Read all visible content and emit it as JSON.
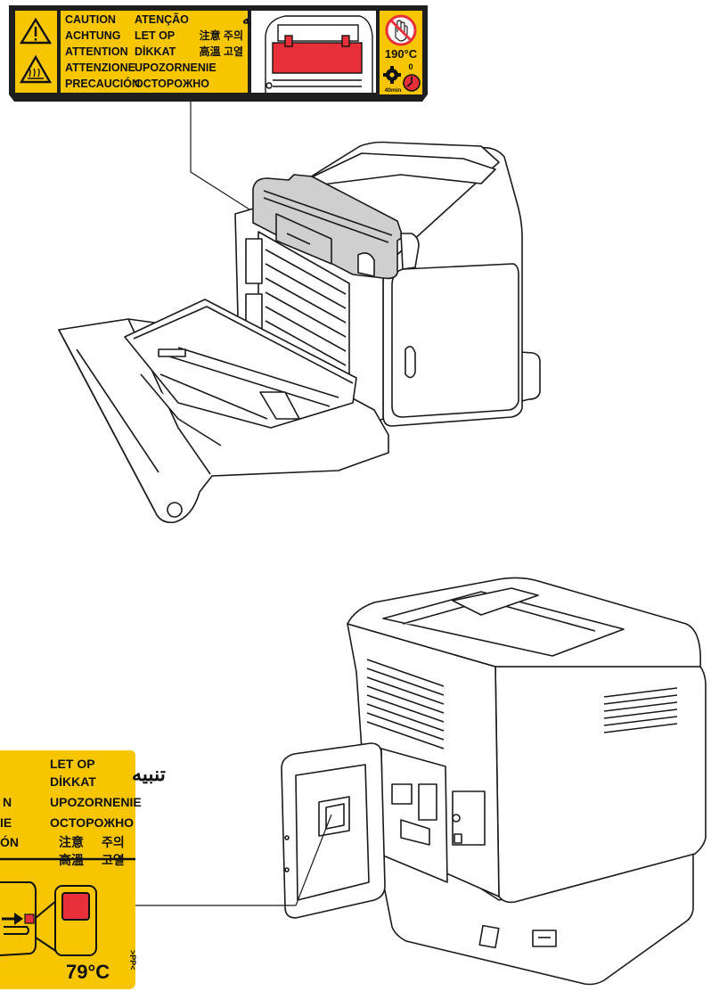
{
  "colors": {
    "label_yellow": "#f7c600",
    "label_black": "#1e1e1e",
    "hot_red": "#e8303a",
    "fuser_gray": "#cfcfcf",
    "line": "#1a1a1a"
  },
  "top_label": {
    "col1": [
      "CAUTION",
      "ACHTUNG",
      "ATTENTION",
      "ATTENZIONE",
      "PRECAUCIÓN"
    ],
    "col2": [
      "ATENÇÃO",
      "LET OP",
      "DİKKAT",
      "UPOZORNENIE",
      "OCTOPOЖНО"
    ],
    "arabic": "تنبيه",
    "cjk_row1": "注意 주의",
    "cjk_row2": "高溫 고열",
    "temperature": "190°C",
    "gear_value": "0",
    "time": "40min",
    "icons": [
      "warning-triangle-icon",
      "hot-surface-icon",
      "no-touch-icon",
      "gear-icon",
      "timer-icon"
    ]
  },
  "bottom_label": {
    "partial_left": [
      "N",
      "IE",
      "ÓN"
    ],
    "col_mid": [
      "LET OP",
      "DİKKAT",
      "UPOZORNENIE",
      "OCTOPOЖНО"
    ],
    "arabic": "تنبيه",
    "cjk_a1": "注意",
    "cjk_a2": "高溫",
    "cjk_b1": "주의",
    "cjk_b2": "고열",
    "temperature": "79°C",
    "side_text": ">PP<",
    "icons": [
      "arrow-right-icon",
      "hot-red-square-icon"
    ]
  }
}
